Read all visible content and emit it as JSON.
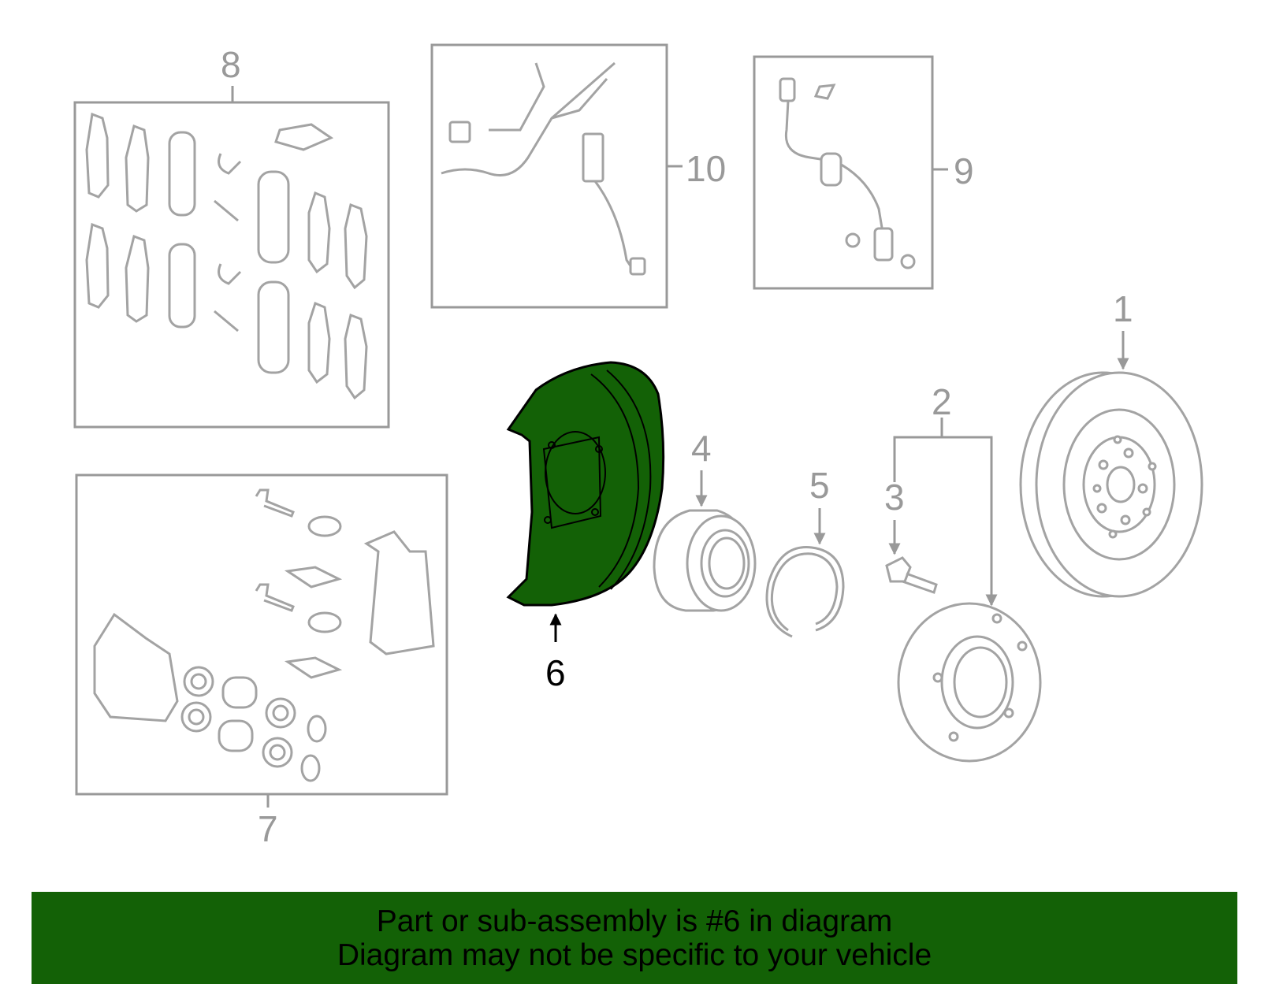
{
  "diagram": {
    "highlight_color": "#136106",
    "callouts": {
      "c1": "1",
      "c2": "2",
      "c3": "3",
      "c4": "4",
      "c5": "5",
      "c6": "6",
      "c7": "7",
      "c8": "8",
      "c9": "9",
      "c10": "10"
    },
    "highlighted_part": "6"
  },
  "banner": {
    "line1": "Part or sub-assembly is #6 in diagram",
    "line2": "Diagram may not be specific to your vehicle",
    "background": "#136106"
  }
}
